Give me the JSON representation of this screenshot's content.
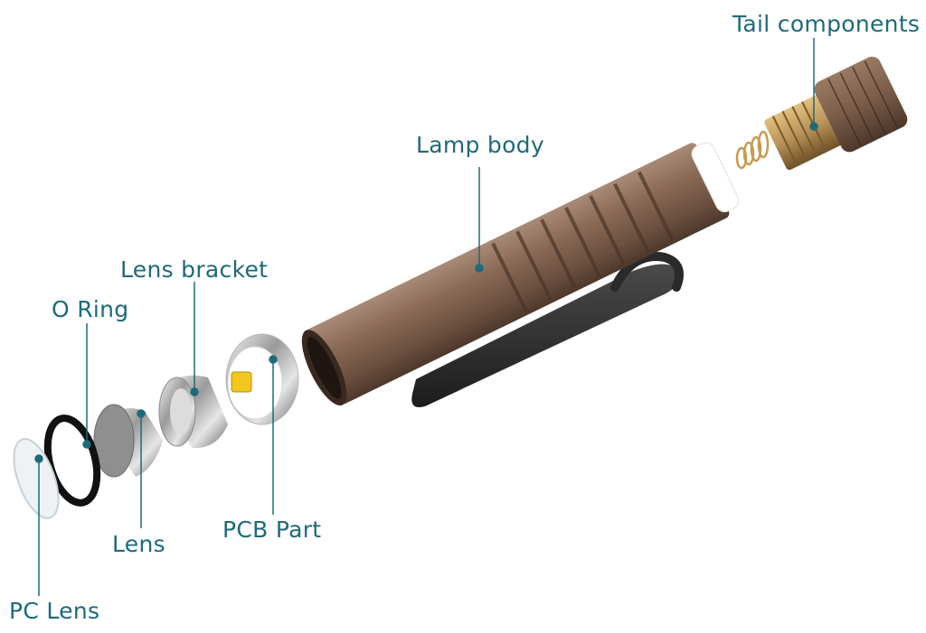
{
  "labels": {
    "tail_components": "Tail components",
    "lamp_body": "Lamp body",
    "lens_bracket": "Lens bracket",
    "o_ring": "O Ring",
    "lens": "Lens",
    "pcb_part": "PCB Part",
    "pc_lens": "PC Lens"
  },
  "colors": {
    "label_text": "#1d6a7a",
    "leader_line": "#1d6a7a",
    "body": "#7a5c49",
    "clip": "#2b2b2b",
    "brass": "#b8925a",
    "led": "#f2c81e"
  }
}
